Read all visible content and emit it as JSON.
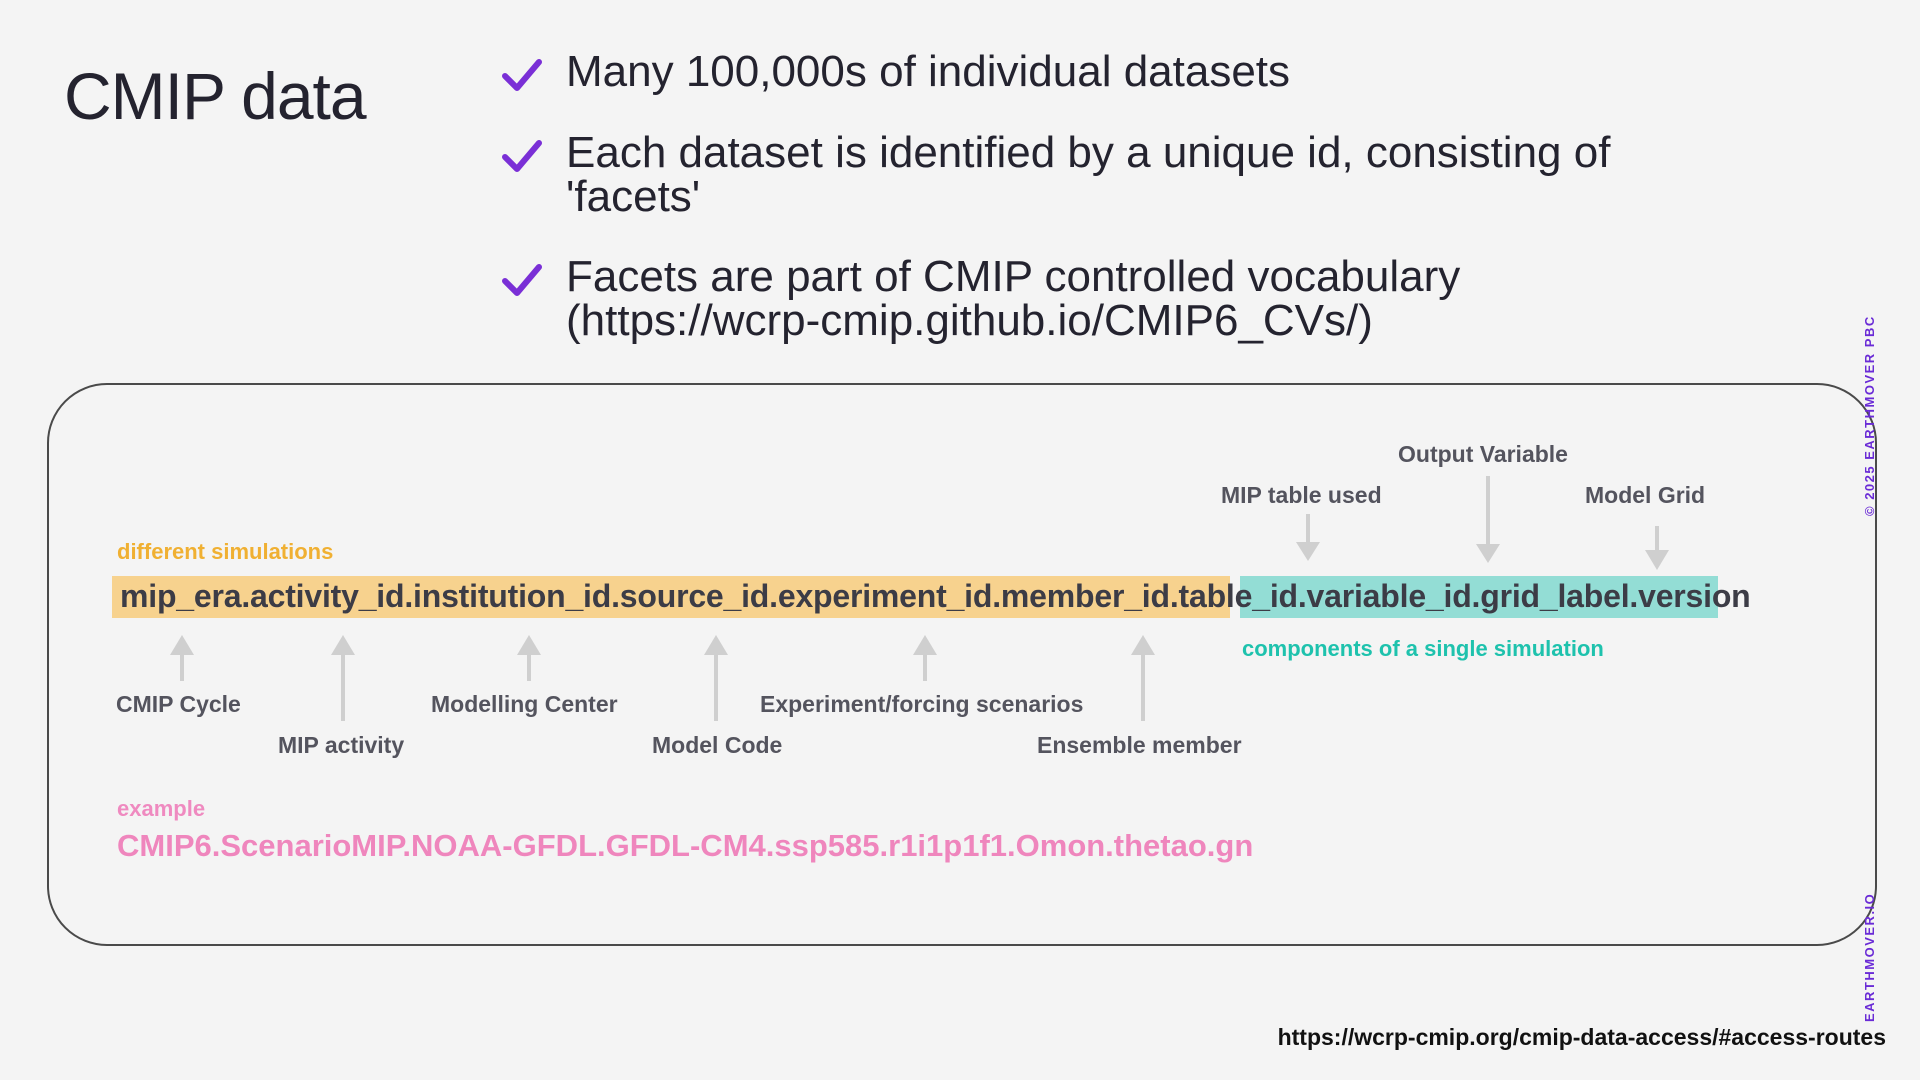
{
  "title": "CMIP data",
  "colors": {
    "accent_purple": "#7a2fd6",
    "highlight_orange": "#f7d28e",
    "highlight_teal": "#93ddd5",
    "label_orange": "#f0b032",
    "label_teal": "#1ec2ad",
    "label_pink": "#ef86bd"
  },
  "bullets": [
    {
      "icon": "check-icon",
      "text_line1": "Many 100,000s of individual datasets",
      "text_line2": ""
    },
    {
      "icon": "check-icon",
      "text_line1": "Each dataset is identified by a unique id, consisting of",
      "text_line2": "'facets'"
    },
    {
      "icon": "check-icon",
      "text_line1": "Facets are part of CMIP controlled vocabulary",
      "text_line2": "(https://wcrp-cmip.github.io/CMIP6_CVs/)"
    }
  ],
  "diagram": {
    "id_part_simulation": "mip_era.activity_id.institution_id.source_id.experiment_id.member_id.",
    "id_part_component": "table_id.variable_id.grid_label",
    "id_part_version": ".version",
    "label_different_simulations": "different simulations",
    "label_components": "components of a single simulation",
    "above_labels": {
      "mip_table": "MIP table used",
      "output_variable": "Output Variable",
      "model_grid": "Model Grid"
    },
    "below_labels": {
      "cmip_cycle": "CMIP Cycle",
      "mip_activity": "MIP activity",
      "modelling_center": "Modelling Center",
      "model_code": "Model Code",
      "experiment": "Experiment/forcing scenarios",
      "ensemble_member": "Ensemble member"
    },
    "example_label": "example",
    "example_value": "CMIP6.ScenarioMIP.NOAA-GFDL.GFDL-CM4.ssp585.r1i1p1f1.Omon.thetao.gn"
  },
  "footer": {
    "copyright": "© 2025 EARTHMOVER PBC",
    "brand": "EARTHMOVER.IO",
    "source_url": "https://wcrp-cmip.org/cmip-data-access/#access-routes"
  }
}
